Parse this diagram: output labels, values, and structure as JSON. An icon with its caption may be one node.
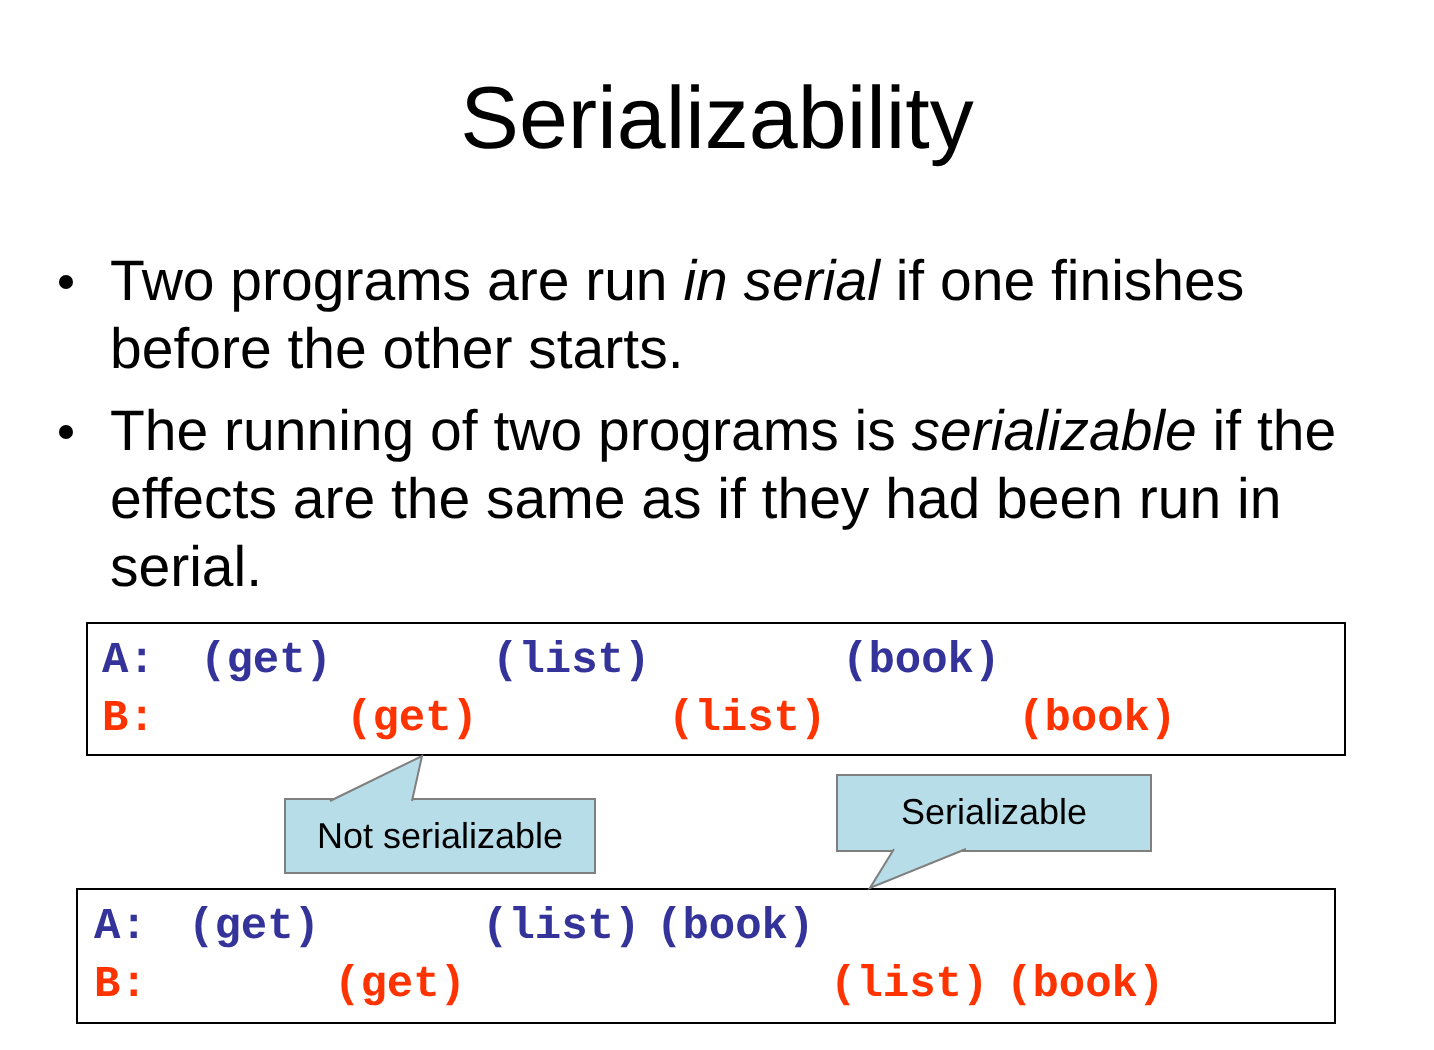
{
  "diagram": {
    "title": "Serializability",
    "nodes": [
      {
        "text": [
          "A:",
          "(get)",
          "(list)",
          "(book)",
          "B:",
          "(get)",
          "(list)",
          "(book)"
        ]
      },
      {
        "text": [
          "Not serializable"
        ]
      },
      {
        "text": [
          "Serializable"
        ]
      },
      {
        "text": [
          "A:",
          "(get)",
          "(list)",
          "(book)",
          "B:",
          "(get)",
          "(list)",
          "(book)"
        ]
      }
    ],
    "edges": [
      {
        "from": 1,
        "to": 0,
        "arrow": "none"
      },
      {
        "from": 2,
        "to": 3,
        "arrow": "none"
      }
    ],
    "labels": [
      "Two programs are run *in serial* if one finishes before the other starts.",
      "The running of two programs is *serializable* if the effects are the same as if they had been run in serial."
    ]
  }
}
